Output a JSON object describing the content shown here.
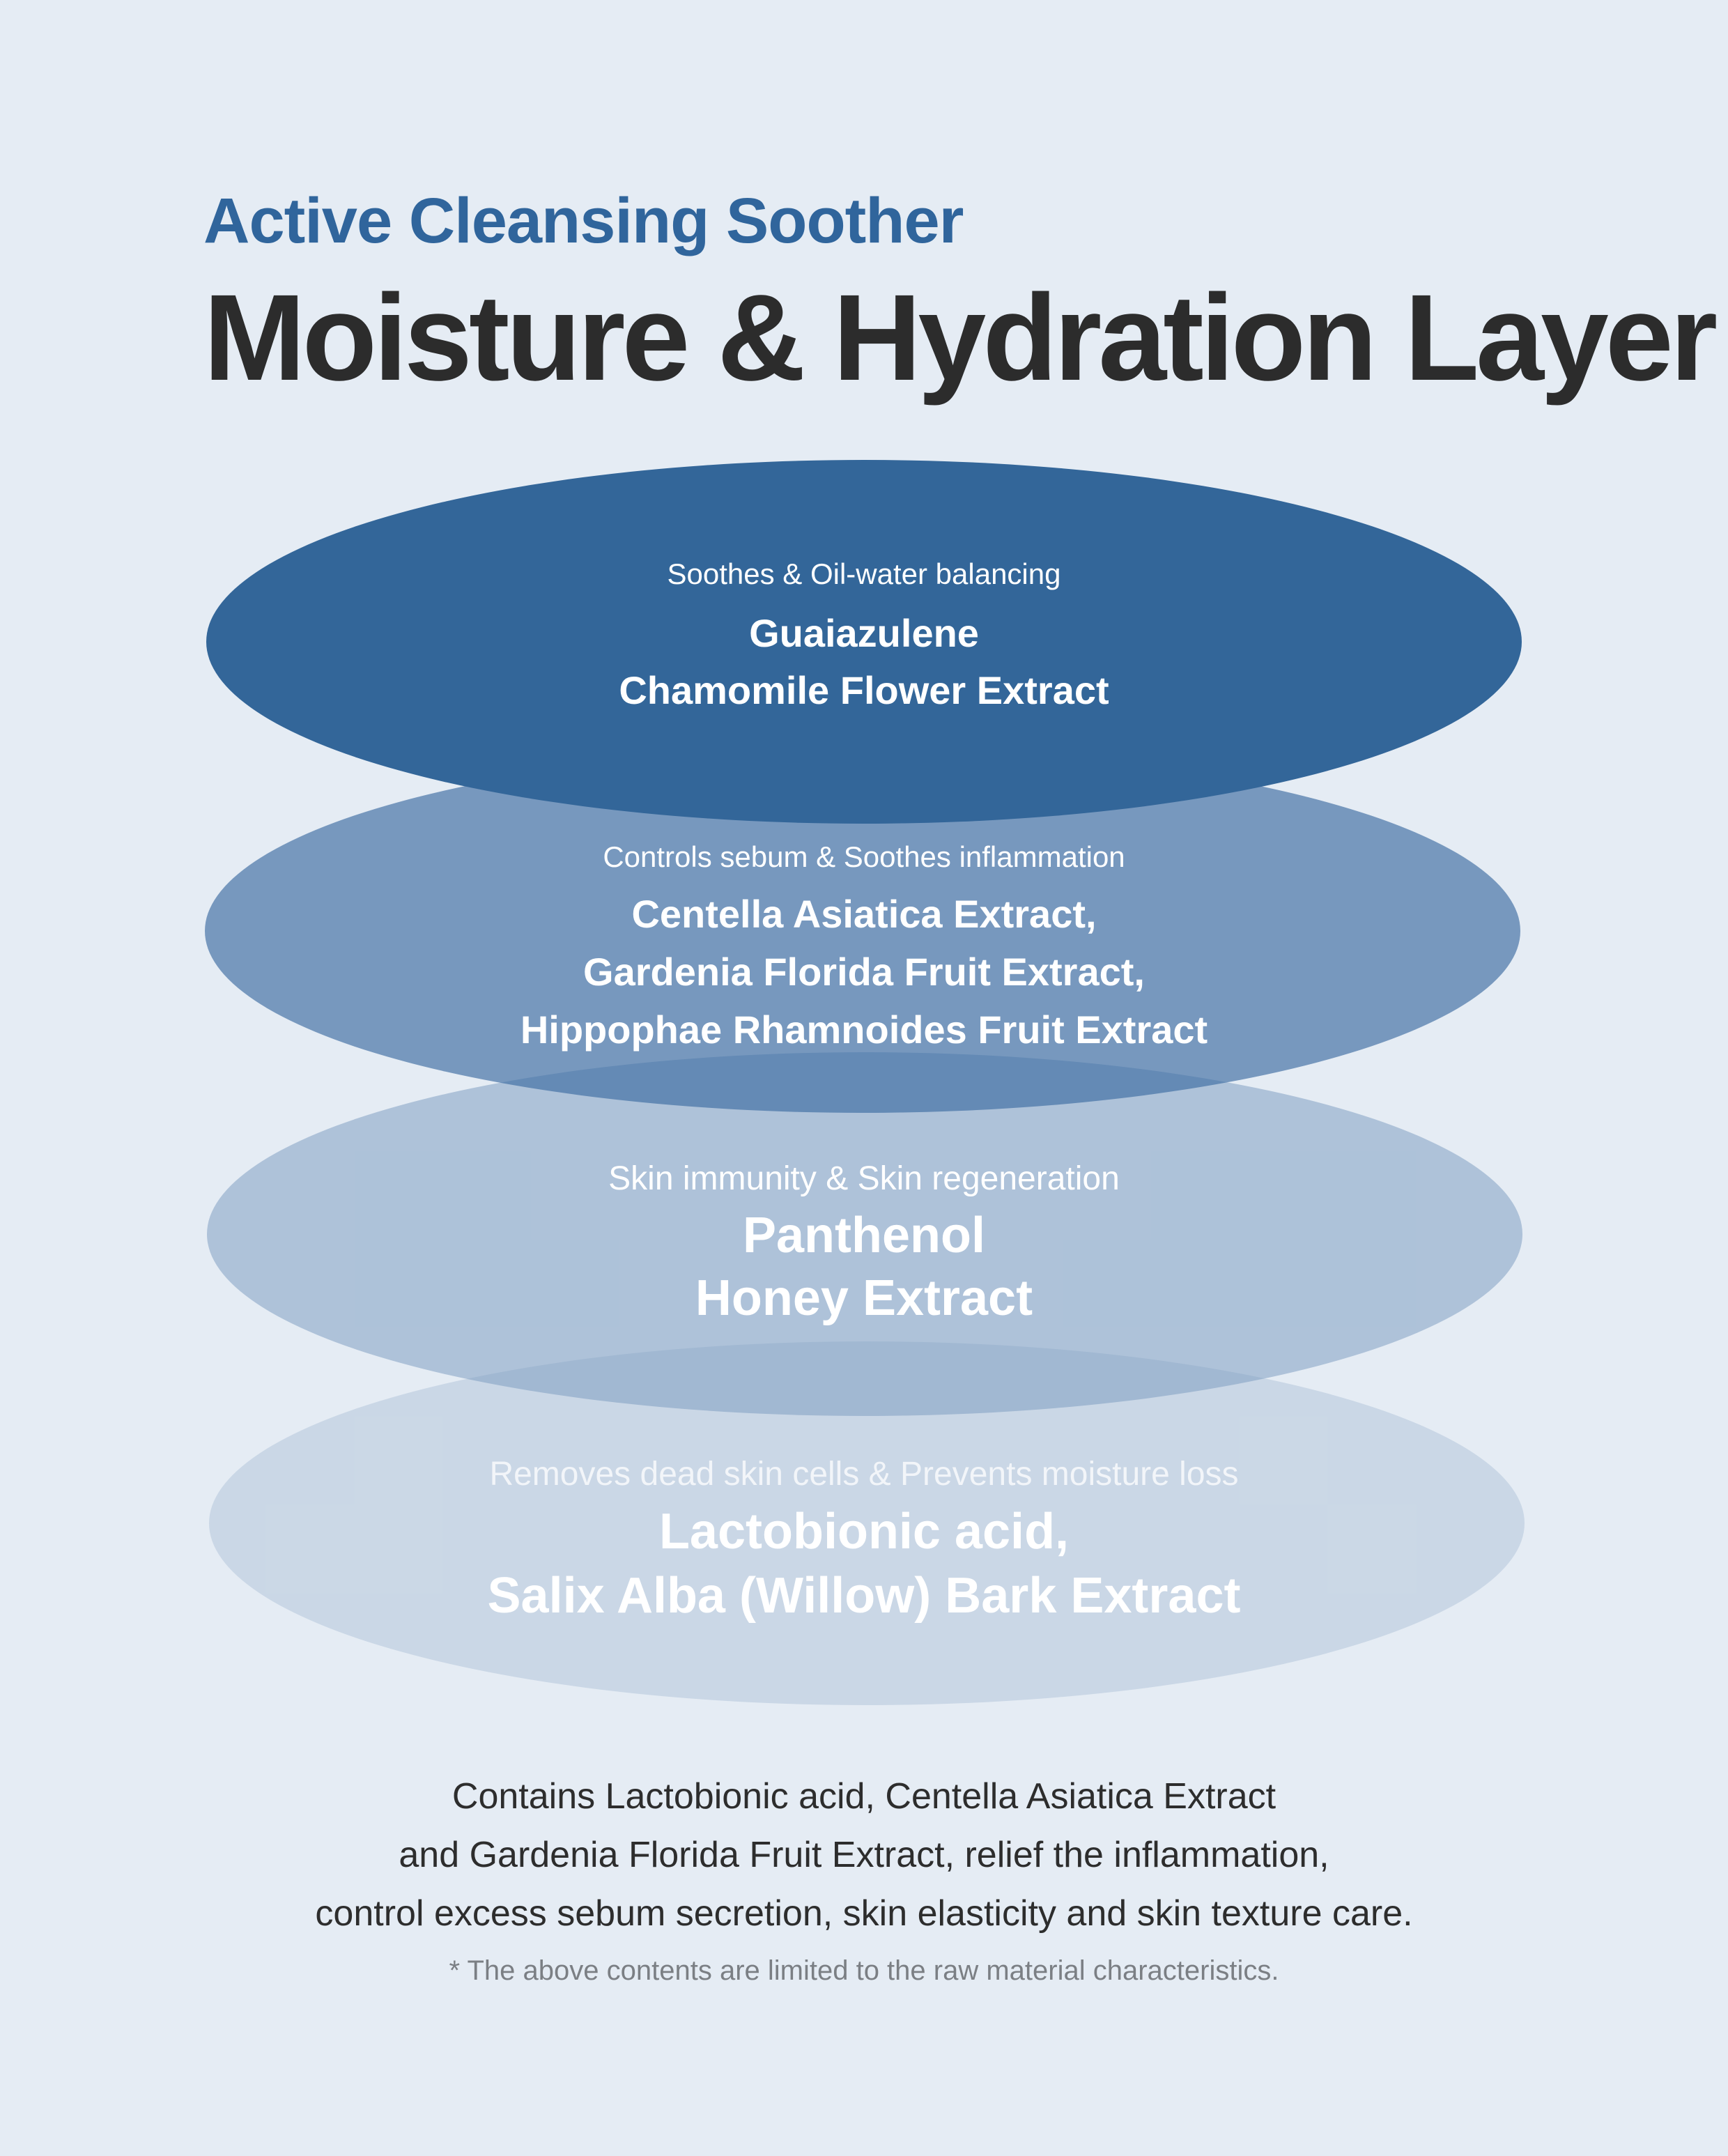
{
  "header": {
    "subtitle": "Active Cleansing Soother",
    "title": "Moisture & Hydration Layer"
  },
  "layers": [
    {
      "description": "Soothes & Oil-water balancing",
      "ingredients": [
        "Guaiazulene",
        "Chamomile Flower Extract"
      ],
      "color": "#336699"
    },
    {
      "description": "Controls sebum & Soothes inflammation",
      "ingredients": [
        "Centella Asiatica Extract,",
        "Gardenia Florida Fruit Extract,",
        "Hippophae Rhamnoides Fruit Extract"
      ],
      "color": "#6f92bb"
    },
    {
      "description": "Skin immunity & Skin regeneration",
      "ingredients": [
        "Panthenol",
        "Honey Extract"
      ],
      "color": "#a8bdd6"
    },
    {
      "description": "Removes dead skin cells & Prevents moisture loss",
      "ingredients": [
        "Lactobionic acid,",
        "Salix Alba (Willow) Bark Extract"
      ],
      "color": "#cfdae6"
    }
  ],
  "footer": {
    "lines": [
      "Contains Lactobionic acid, Centella Asiatica Extract",
      "and Gardenia Florida Fruit Extract, relief the inflammation,",
      "control excess sebum secretion, skin elasticity and skin texture care."
    ],
    "note": "* The above contents are limited to the raw material characteristics."
  },
  "colors": {
    "background": "#e5ecf4",
    "accent": "#30659c",
    "title": "#2c2c2c"
  }
}
